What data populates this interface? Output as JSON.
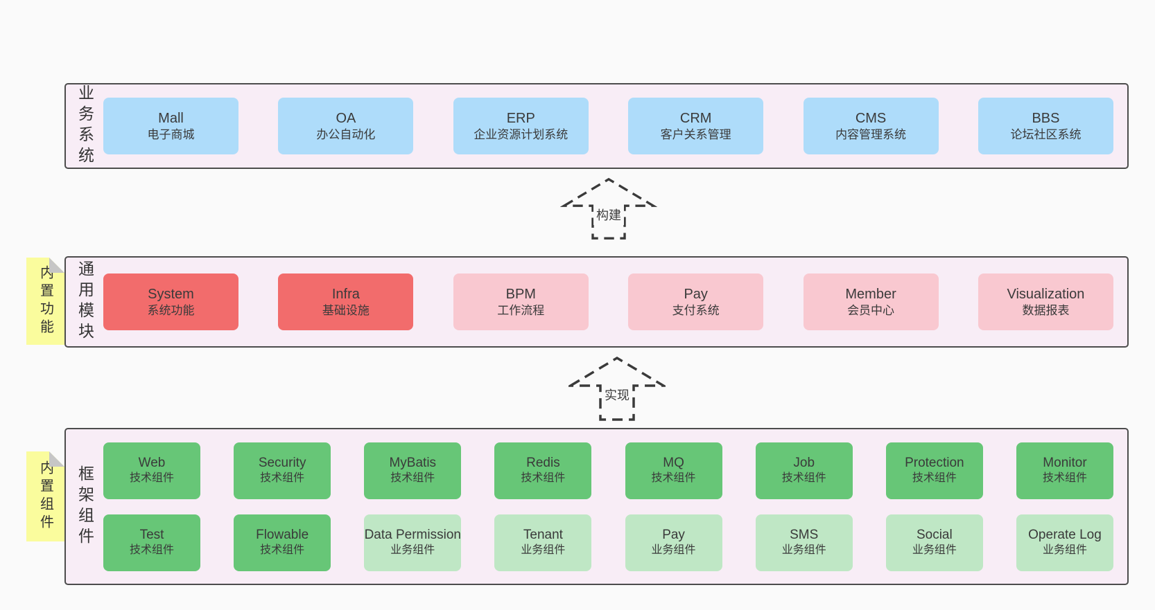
{
  "colors": {
    "page_bg": "#fafafa",
    "panel_bg": "#f8edf6",
    "panel_border": "#4c4c4c",
    "blue": "#aedcfa",
    "red": "#f26c6c",
    "pink": "#f9c8d0",
    "green": "#67c677",
    "green_light": "#bfe7c5",
    "sticky_yellow": "#fafc9d",
    "fold_gray": "#c6c6c6",
    "text": "#3a3a3a"
  },
  "arrows": {
    "build": {
      "label": "构建"
    },
    "implement": {
      "label": "实现"
    }
  },
  "sections": {
    "business": {
      "label": "业务系统",
      "items": [
        {
          "en": "Mall",
          "zh": "电子商城",
          "variant": "blue"
        },
        {
          "en": "OA",
          "zh": "办公自动化",
          "variant": "blue"
        },
        {
          "en": "ERP",
          "zh": "企业资源计划系统",
          "variant": "blue"
        },
        {
          "en": "CRM",
          "zh": "客户关系管理",
          "variant": "blue"
        },
        {
          "en": "CMS",
          "zh": "内容管理系统",
          "variant": "blue"
        },
        {
          "en": "BBS",
          "zh": "论坛社区系统",
          "variant": "blue"
        }
      ]
    },
    "modules": {
      "label": "通用模块",
      "tag": "内置功能",
      "items": [
        {
          "en": "System",
          "zh": "系统功能",
          "variant": "red"
        },
        {
          "en": "Infra",
          "zh": "基础设施",
          "variant": "red"
        },
        {
          "en": "BPM",
          "zh": "工作流程",
          "variant": "pink"
        },
        {
          "en": "Pay",
          "zh": "支付系统",
          "variant": "pink"
        },
        {
          "en": "Member",
          "zh": "会员中心",
          "variant": "pink"
        },
        {
          "en": "Visualization",
          "zh": "数据报表",
          "variant": "pink"
        }
      ]
    },
    "components": {
      "label": "框架组件",
      "tag": "内置组件",
      "row1": [
        {
          "en": "Web",
          "zh": "技术组件",
          "variant": "green"
        },
        {
          "en": "Security",
          "zh": "技术组件",
          "variant": "green"
        },
        {
          "en": "MyBatis",
          "zh": "技术组件",
          "variant": "green"
        },
        {
          "en": "Redis",
          "zh": "技术组件",
          "variant": "green"
        },
        {
          "en": "MQ",
          "zh": "技术组件",
          "variant": "green"
        },
        {
          "en": "Job",
          "zh": "技术组件",
          "variant": "green"
        },
        {
          "en": "Protection",
          "zh": "技术组件",
          "variant": "green"
        },
        {
          "en": "Monitor",
          "zh": "技术组件",
          "variant": "green"
        }
      ],
      "row2": [
        {
          "en": "Test",
          "zh": "技术组件",
          "variant": "green"
        },
        {
          "en": "Flowable",
          "zh": "技术组件",
          "variant": "green"
        },
        {
          "en": "Data Permission",
          "zh": "业务组件",
          "variant": "green-light"
        },
        {
          "en": "Tenant",
          "zh": "业务组件",
          "variant": "green-light"
        },
        {
          "en": "Pay",
          "zh": "业务组件",
          "variant": "green-light"
        },
        {
          "en": "SMS",
          "zh": "业务组件",
          "variant": "green-light"
        },
        {
          "en": "Social",
          "zh": "业务组件",
          "variant": "green-light"
        },
        {
          "en": "Operate Log",
          "zh": "业务组件",
          "variant": "green-light"
        }
      ]
    }
  }
}
